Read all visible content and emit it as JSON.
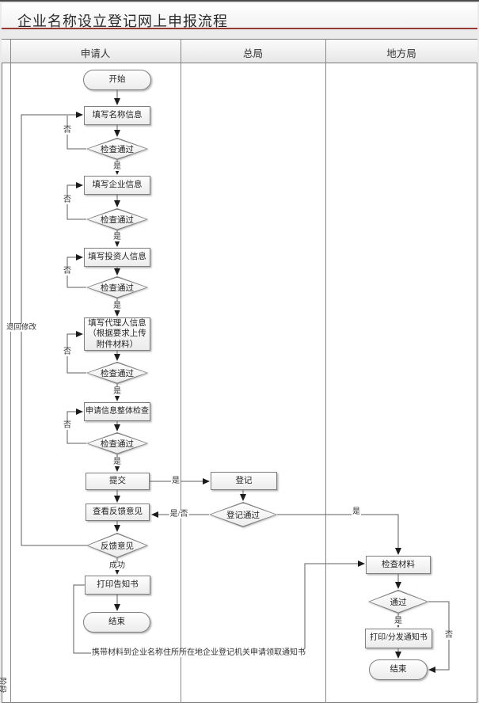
{
  "title": "企业名称设立登记网上申报流程",
  "stage_column_label": "阶段",
  "lanes": [
    "申请人",
    "总局",
    "地方局"
  ],
  "nodes": {
    "start": "开始",
    "fill_name_info": "填写名称信息",
    "check_pass": "检查通过",
    "fill_company_info": "填写企业信息",
    "fill_investor_info": "填写投资人信息",
    "fill_agent_info": "填写代理人信息（根据要求上传附件材料）",
    "overall_check": "申请信息整体检查",
    "submit": "提交",
    "view_feedback": "查看反馈意见",
    "feedback": "反馈意见",
    "print_notice": "打印告知书",
    "end": "结束",
    "register": "登记",
    "register_pass": "登记通过",
    "check_materials": "检查材料",
    "pass": "通过",
    "print_distribute_notice": "打印/分发通知书"
  },
  "edge_labels": {
    "yes": "是",
    "no": "否",
    "yes_or_no": "是/否",
    "success": "成功",
    "return_for_modification": "退回修改",
    "carry_materials_note": "携带材料到企业名称住所所在地企业登记机关申请领取通知书"
  },
  "colors": {
    "title_underline": "#973a33",
    "connector_line": "#5e5e5e",
    "shape_border": "#7f7f7f",
    "lane_grid": "#8a8a8a"
  }
}
